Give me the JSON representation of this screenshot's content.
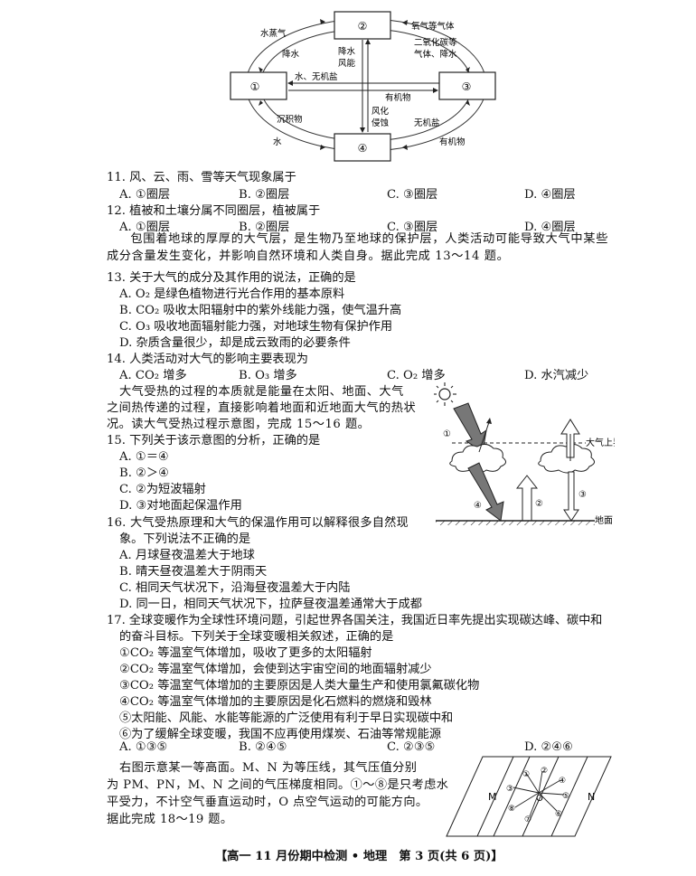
{
  "diagram1": {
    "sphere_labels": [
      "①",
      "②",
      "③",
      "④"
    ],
    "arrow_labels": {
      "water_vapor": "水蒸气",
      "precip_left": "降水",
      "precip_wind": "降水\n风能",
      "o2_gases": "氧气等气体",
      "co2_gases": "二氧化碳等\n气体、降水",
      "water_inorganic": "水、无机盐",
      "organic": "有机物",
      "weathering": "风化",
      "erosion": "侵蚀",
      "sediment": "沉积物",
      "water_bottom": "水",
      "inorganic": "无机盐",
      "organic_bottom": "有机物"
    }
  },
  "questions": [
    {
      "id": "q11",
      "stem": "11. 风、云、雨、雪等天气现象属于",
      "options": [
        "A. ①圈层",
        "B. ②圈层",
        "C. ③圈层",
        "D. ④圈层"
      ]
    },
    {
      "id": "q12",
      "stem": "12. 植被和土壤分属不同圈层，植被属于",
      "options": [
        "A. ①圈层",
        "B. ②圈层",
        "C. ③圈层",
        "D. ④圈层"
      ]
    }
  ],
  "passage1": "包围着地球的厚厚的大气层，是生物乃至地球的保护层，人类活动可能导致大气中某些成分含量发生变化，并影响自然环境和人类自身。据此完成 13～14 题。",
  "q13": {
    "stem": "13. 关于大气的成分及其作用的说法，正确的是",
    "options": [
      "A. O₂ 是绿色植物进行光合作用的基本原料",
      "B. CO₂ 吸收太阳辐射中的紫外线能力强，使气温升高",
      "C. O₃ 吸收地面辐射能力强，对地球生物有保护作用",
      "D. 杂质含量很少，却是成云致雨的必要条件"
    ]
  },
  "q14": {
    "stem": "14. 人类活动对大气的影响主要表现为",
    "options": [
      "A. CO₂ 增多",
      "B. O₃ 增多",
      "C. O₂ 增多",
      "D. 水汽减少"
    ]
  },
  "passage2": [
    "大气受热的过程的本质就是能量在太阳、地面、大气",
    "之间热传递的过程，直接影响着地面和近地面大气的热状",
    "况。读大气受热过程示意图，完成 15～16 题。"
  ],
  "q15": {
    "stem": "15. 下列关于该示意图的分析，正确的是",
    "options": [
      "A. ①＝④",
      "B. ②＞④",
      "C. ②为短波辐射",
      "D. ③对地面起保温作用"
    ]
  },
  "diagram2": {
    "labels": [
      "①",
      "②",
      "③",
      "④"
    ],
    "atmos_top": "大气上界",
    "ground": "地面"
  },
  "q16": {
    "stem": [
      "16. 大气受热原理和大气的保温作用可以解释很多自然现",
      "象。下列说法不正确的是"
    ],
    "options": [
      "A. 月球昼夜温差大于地球",
      "B. 晴天昼夜温差大于阴雨天",
      "C. 相同天气状况下，沿海昼夜温差大于内陆",
      "D. 同一日，相同天气状况下，拉萨昼夜温差通常大于成都"
    ]
  },
  "q17": {
    "stem": [
      "17. 全球变暖作为全球性环境问题，引起世界各国关注，我国近日率先提出实现碳达峰、碳中和",
      "的奋斗目标。下列关于全球变暖相关叙述，正确的是"
    ],
    "statements": [
      "①CO₂ 等温室气体增加，吸收了更多的太阳辐射",
      "②CO₂ 等温室气体增加，会使到达宇宙空间的地面辐射减少",
      "③CO₂ 等温室气体增加的主要原因是人类大量生产和使用氯氟碳化物",
      "④CO₂ 等温室气体增加的主要原因是化石燃料的燃烧和毁林",
      "⑤太阳能、风能、水能等能源的广泛使用有利于早日实现碳中和",
      "⑥为了缓解全球变暖，我国不应再使用煤炭、石油等常规能源"
    ],
    "options": [
      "A. ①③⑤",
      "B. ②④⑤",
      "C. ②③⑤",
      "D. ②④⑥"
    ]
  },
  "passage3": [
    "右图示意某一等高面。M、N 为等压线，其气压值分别",
    "为 PM、PN，M、N 之间的气压梯度相同。①～⑧是只考虑水",
    "平受力，不计空气垂直运动时，O 点空气运动的可能方向。",
    "据此完成 18～19 题。"
  ],
  "diagram3": {
    "M": "M",
    "N": "N",
    "O": "O",
    "nums": [
      "①",
      "②",
      "③",
      "④",
      "⑤",
      "⑥",
      "⑦",
      "⑧"
    ]
  },
  "footer": "【高一 11 月份期中检测 • 地理　第 3 页(共 6 页)】"
}
